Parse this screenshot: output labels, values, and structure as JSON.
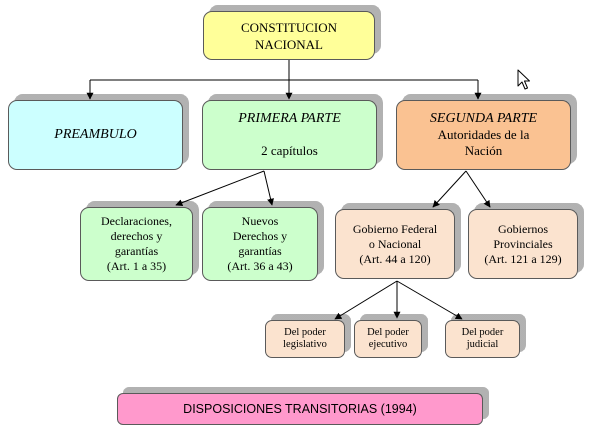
{
  "root": {
    "lines": [
      "CONSTITUCION",
      "NACIONAL"
    ]
  },
  "preambulo": {
    "title": "PREAMBULO"
  },
  "primera_parte": {
    "title": "PRIMERA PARTE",
    "subtitle": "2 capítulos",
    "children": [
      {
        "lines": [
          "Declaraciones,",
          "derechos y",
          "garantías",
          "(Art. 1 a 35)"
        ]
      },
      {
        "lines": [
          "Nuevos",
          "Derechos y",
          "garantías",
          "(Art. 36 a 43)"
        ]
      }
    ]
  },
  "segunda_parte": {
    "title": "SEGUNDA PARTE",
    "lines": [
      "Autoridades de la",
      "Nación"
    ],
    "children": [
      {
        "lines": [
          "Gobierno Federal",
          "o Nacional",
          "(Art. 44 a 120)"
        ],
        "children": [
          {
            "lines": [
              "Del poder",
              "legislativo"
            ]
          },
          {
            "lines": [
              "Del poder",
              "ejecutivo"
            ]
          },
          {
            "lines": [
              "Del poder",
              "judicial"
            ]
          }
        ]
      },
      {
        "lines": [
          "Gobiernos",
          "Provinciales",
          "(Art. 121 a 129)"
        ]
      }
    ]
  },
  "disposiciones": {
    "title": "DISPOSICIONES TRANSITORIAS (1994)"
  },
  "colors": {
    "root": "#ffff99",
    "preambulo": "#ccffff",
    "primera": "#ccffcc",
    "segunda": "#fac292",
    "sub_primera": "#ccffcc",
    "sub_segunda": "#fbe3cf",
    "disposiciones": "#ff99cc"
  },
  "icons": {
    "cursor": "mouse-cursor-icon"
  }
}
